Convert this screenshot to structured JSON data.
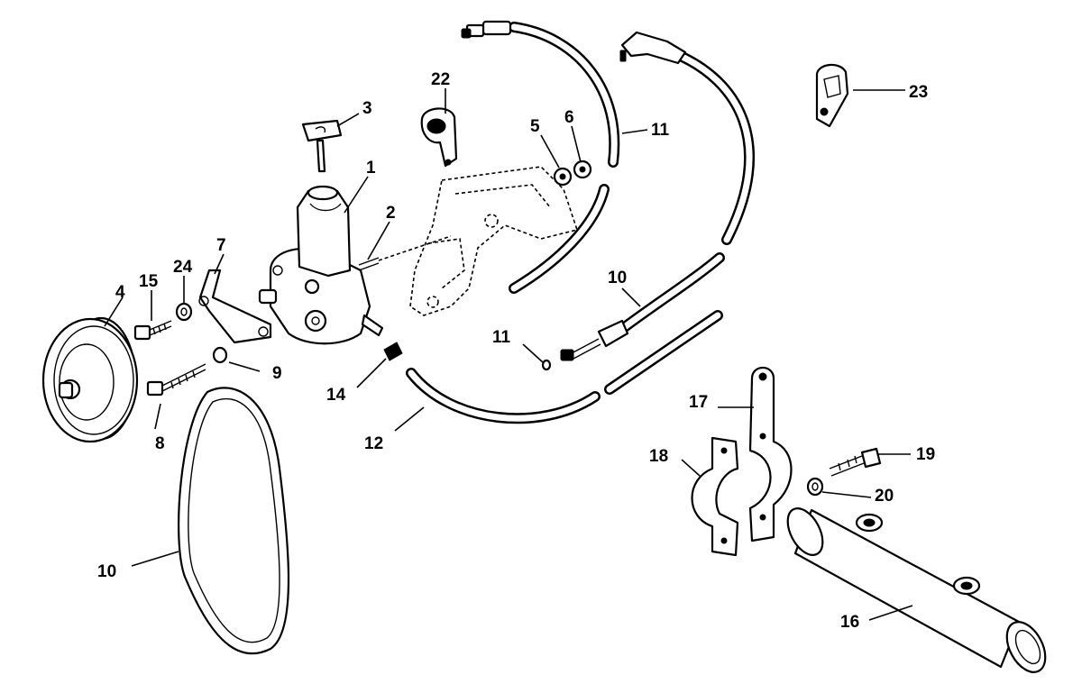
{
  "callouts": [
    {
      "id": "c1",
      "text": "1"
    },
    {
      "id": "c2",
      "text": "2"
    },
    {
      "id": "c3",
      "text": "3"
    },
    {
      "id": "c4",
      "text": "4"
    },
    {
      "id": "c5",
      "text": "5"
    },
    {
      "id": "c6",
      "text": "6"
    },
    {
      "id": "c7",
      "text": "7"
    },
    {
      "id": "c8",
      "text": "8"
    },
    {
      "id": "c9",
      "text": "9"
    },
    {
      "id": "c10a",
      "text": "10"
    },
    {
      "id": "c10b",
      "text": "10"
    },
    {
      "id": "c11a",
      "text": "11"
    },
    {
      "id": "c11b",
      "text": "11"
    },
    {
      "id": "c12",
      "text": "12"
    },
    {
      "id": "c14",
      "text": "14"
    },
    {
      "id": "c15",
      "text": "15"
    },
    {
      "id": "c16",
      "text": "16"
    },
    {
      "id": "c17",
      "text": "17"
    },
    {
      "id": "c18",
      "text": "18"
    },
    {
      "id": "c19",
      "text": "19"
    },
    {
      "id": "c20",
      "text": "20"
    },
    {
      "id": "c22",
      "text": "22"
    },
    {
      "id": "c23",
      "text": "23"
    },
    {
      "id": "c24",
      "text": "24"
    }
  ]
}
